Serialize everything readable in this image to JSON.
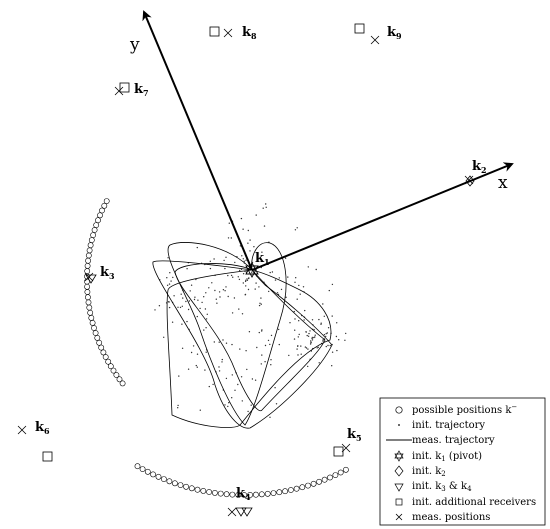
{
  "axes": {
    "x": "x",
    "y": "y"
  },
  "receivers": [
    {
      "id": "k1",
      "base": "k",
      "sub": "1"
    },
    {
      "id": "k2",
      "base": "k",
      "sub": "2"
    },
    {
      "id": "k3",
      "base": "k",
      "sub": "3"
    },
    {
      "id": "k4",
      "base": "k",
      "sub": "4"
    },
    {
      "id": "k5",
      "base": "k",
      "sub": "5"
    },
    {
      "id": "k6",
      "base": "k",
      "sub": "6"
    },
    {
      "id": "k7",
      "base": "k",
      "sub": "7"
    },
    {
      "id": "k8",
      "base": "k",
      "sub": "8"
    },
    {
      "id": "k9",
      "base": "k",
      "sub": "9"
    }
  ],
  "legend": [
    {
      "marker": "circle",
      "label": "possible positions k",
      "sup": "−"
    },
    {
      "marker": "dot",
      "label": "init. trajectory"
    },
    {
      "marker": "line",
      "label": "meas. trajectory"
    },
    {
      "marker": "star",
      "label": "init. k",
      "sub": "1",
      "suffix": " (pivot)"
    },
    {
      "marker": "diamond",
      "label": "init. k",
      "sub": "2"
    },
    {
      "marker": "triangle",
      "label": "init. k",
      "sub": "3",
      "suffix": " & k",
      "sub2": "4"
    },
    {
      "marker": "square",
      "label": "init. additional receivers"
    },
    {
      "marker": "cross",
      "label": "meas. positions"
    }
  ]
}
